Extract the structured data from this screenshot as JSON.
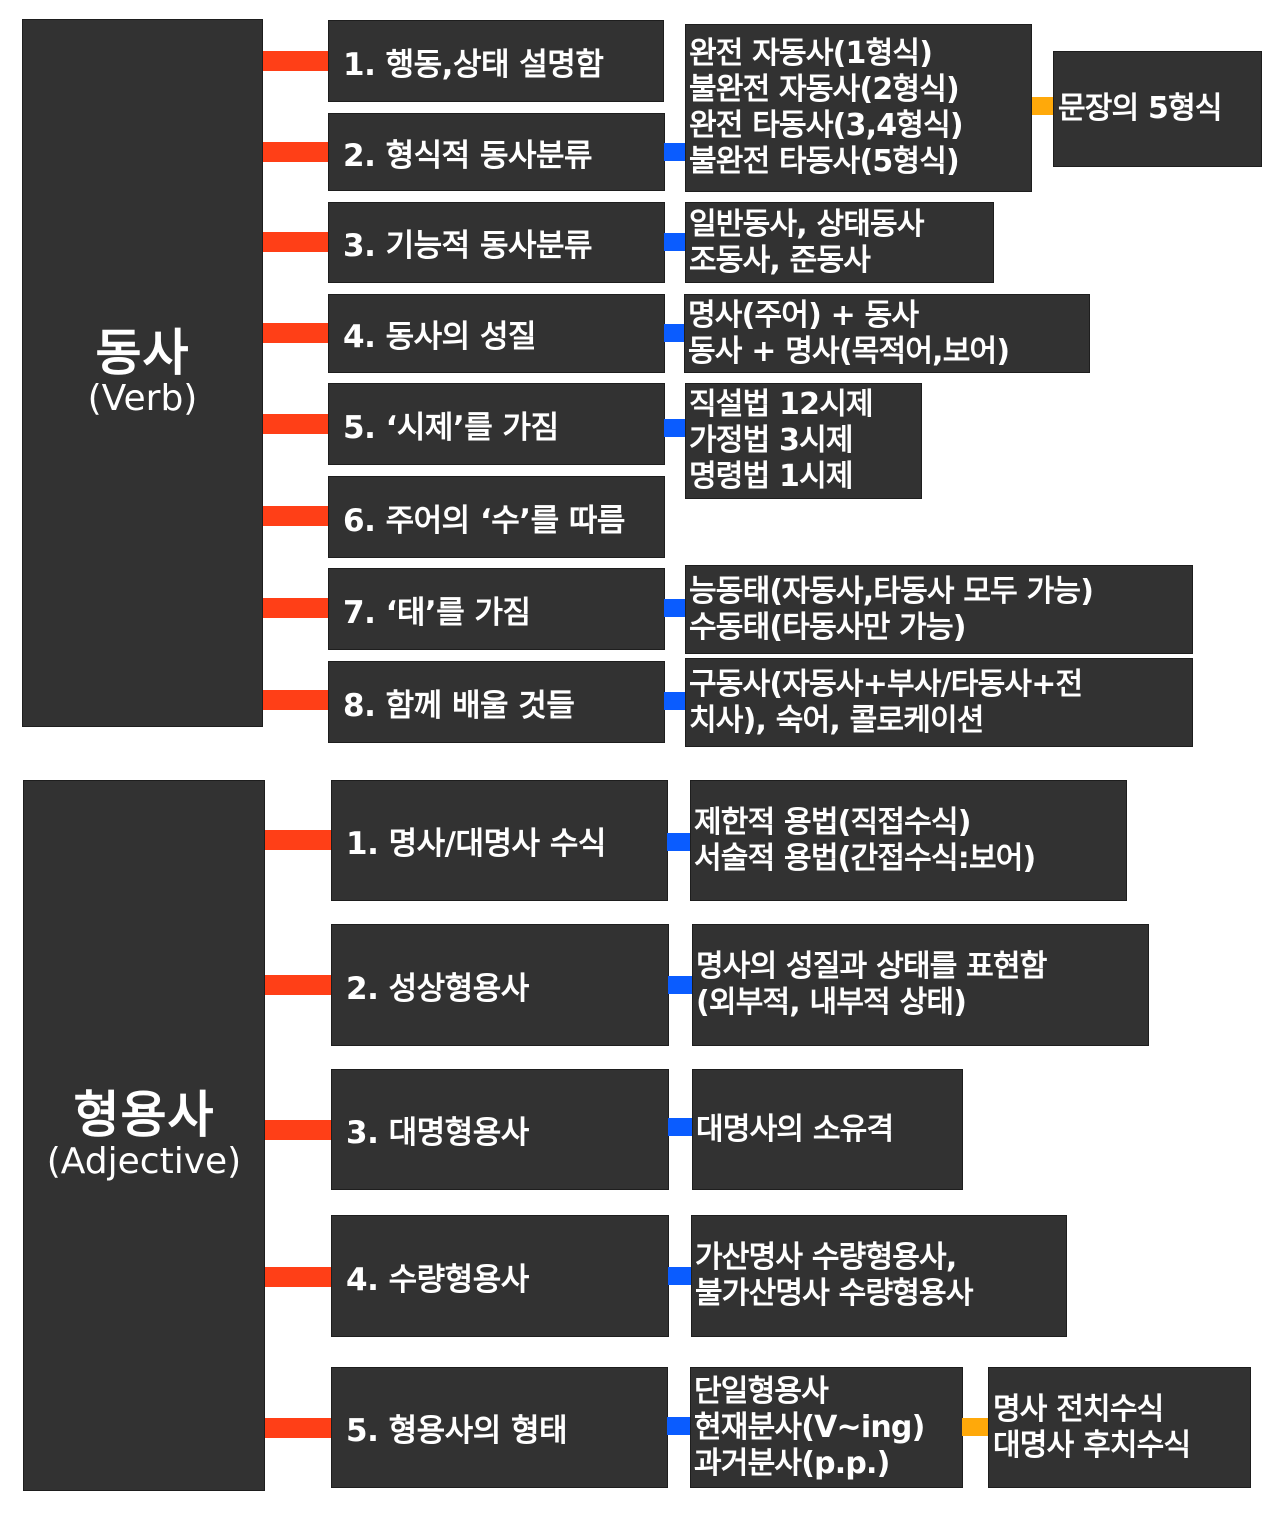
{
  "colors": {
    "box_bg": "#323232",
    "text": "#ffffff",
    "connector_root": "#ff3f17",
    "connector_detail": "#0a5cff",
    "connector_extra": "#ffa90a"
  },
  "verb": {
    "title_ko": "동사",
    "title_en": "(Verb)",
    "items": [
      {
        "label": "1. 행동,상태 설명함",
        "details": []
      },
      {
        "label": "2. 형식적 동사분류",
        "details": [
          "완전 자동사(1형식)",
          "불완전 자동사(2형식)",
          "완전 타동사(3,4형식)",
          "불완전 타동사(5형식)"
        ],
        "extra": [
          "문장의 5형식"
        ]
      },
      {
        "label": "3. 기능적 동사분류",
        "details": [
          "일반동사, 상태동사",
          "조동사, 준동사"
        ]
      },
      {
        "label": "4. 동사의 성질",
        "details": [
          "명사(주어) + 동사",
          "동사 + 명사(목적어,보어)"
        ]
      },
      {
        "label": "5. ‘시제’를 가짐",
        "details": [
          "직설법 12시제",
          "가정법 3시제",
          "명령법 1시제"
        ]
      },
      {
        "label": "6. 주어의 ‘수’를 따름",
        "details": []
      },
      {
        "label": "7. ‘태’를 가짐",
        "details": [
          "능동태(자동사,타동사 모두 가능)",
          "수동태(타동사만 가능)"
        ]
      },
      {
        "label": "8. 함께 배울 것들",
        "details": [
          "구동사(자동사+부사/타동사+전",
          "치사), 숙어, 콜로케이션"
        ]
      }
    ]
  },
  "adjective": {
    "title_ko": "형용사",
    "title_en": "(Adjective)",
    "items": [
      {
        "label": "1. 명사/대명사 수식",
        "details": [
          "제한적 용법(직접수식)",
          "서술적 용법(간접수식:보어)"
        ]
      },
      {
        "label": "2. 성상형용사",
        "details": [
          "명사의 성질과 상태를 표현함",
          "(외부적, 내부적 상태)"
        ]
      },
      {
        "label": "3. 대명형용사",
        "details": [
          "대명사의 소유격"
        ]
      },
      {
        "label": "4. 수량형용사",
        "details": [
          "가산명사 수량형용사,",
          "불가산명사 수량형용사"
        ]
      },
      {
        "label": "5. 형용사의 형태",
        "details": [
          "단일형용사",
          "현재분사(V~ing)",
          "과거분사(p.p.)"
        ],
        "extra": [
          "명사 전치수식",
          "대명사 후치수식"
        ]
      }
    ]
  }
}
